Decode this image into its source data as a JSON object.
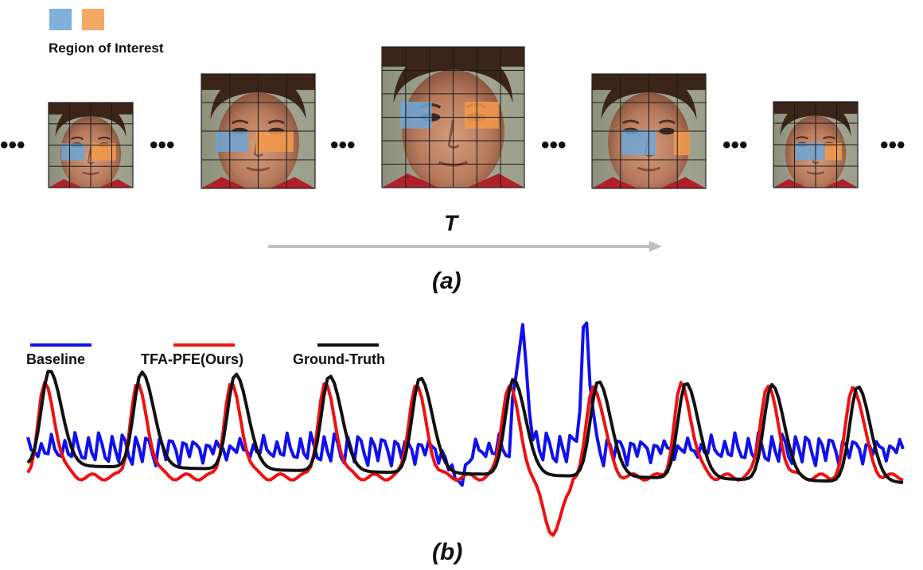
{
  "legend_top": {
    "label": "Region of Interest",
    "colors": [
      "#7fb1dc",
      "#f5a764"
    ]
  },
  "ellipsis": "•••",
  "time_label": "T",
  "panel_a_label": "(a)",
  "panel_b_label": "(b)",
  "faces": [
    {
      "name": "face-frame-1",
      "roi_blue": "#6ea6d8",
      "roi_orange": "#f39a4c"
    },
    {
      "name": "face-frame-2",
      "roi_blue": "#6ea6d8",
      "roi_orange": "#f39a4c"
    },
    {
      "name": "face-frame-3",
      "roi_blue": "#6ea6d8",
      "roi_orange": "#f39a4c"
    },
    {
      "name": "face-frame-4",
      "roi_blue": "#6ea6d8",
      "roi_orange": "#f39a4c"
    },
    {
      "name": "face-frame-5",
      "roi_blue": "#6ea6d8",
      "roi_orange": "#f39a4c"
    }
  ],
  "signal_legend": [
    {
      "label": "Baseline",
      "color": "#1010ee"
    },
    {
      "label": "TFA-PFE(Ours)",
      "color": "#ee1111"
    },
    {
      "label": "Ground-Truth",
      "color": "#111111"
    }
  ],
  "arrow_color": "#c0c0c0"
}
